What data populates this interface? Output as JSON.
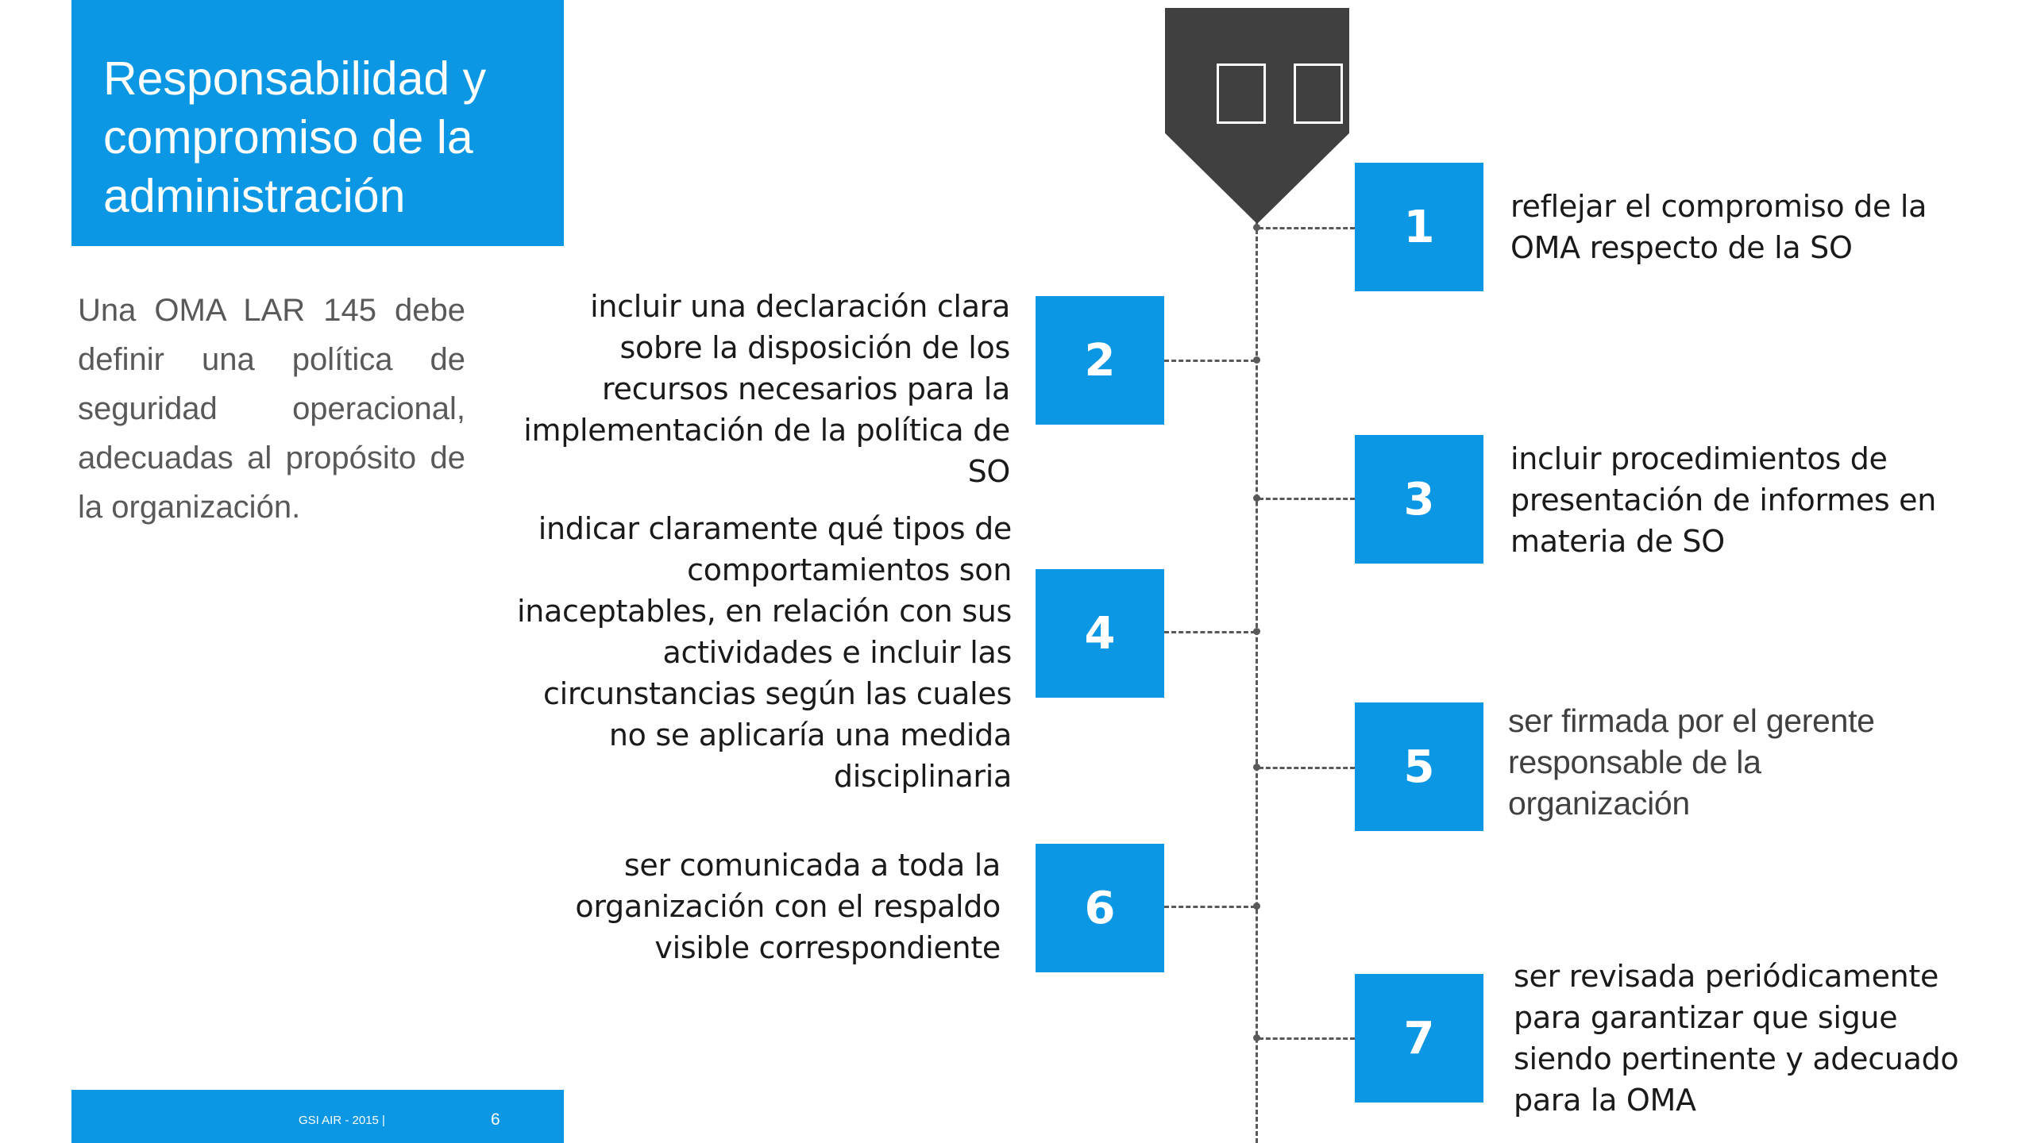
{
  "title": "Responsabilidad y compromiso de la administración",
  "intro": "Una OMA LAR 145 debe definir una política de seguridad operacional, adecuadas al propósito de la organización.",
  "footer": {
    "label": "GSI AIR - 2015  |",
    "page": "6"
  },
  "header_icon": "two-square-placeholder-glyphs",
  "steps": [
    {
      "number": "1",
      "text": "reflejar el compromiso de la OMA respecto de la SO"
    },
    {
      "number": "2",
      "text": "incluir una declaración clara sobre la disposición de los recursos necesarios para la implementación de la política de SO"
    },
    {
      "number": "3",
      "text": "incluir procedimientos de presentación de informes en materia de SO"
    },
    {
      "number": "4",
      "text": "indicar claramente qué tipos de comportamientos son inaceptables, en relación con sus actividades e incluir las circunstancias según las cuales no se aplicaría una medida disciplinaria"
    },
    {
      "number": "5",
      "text": "ser firmada por el gerente responsable de la organización"
    },
    {
      "number": "6",
      "text": "ser comunicada a toda la organización con el respaldo visible correspondiente"
    },
    {
      "number": "7",
      "text": "ser revisada periódicamente para garantizar que sigue siendo pertinente y adecuado para la OMA"
    }
  ],
  "colors": {
    "accent": "#0b97e3",
    "dark": "#404040",
    "text": "#595959"
  }
}
